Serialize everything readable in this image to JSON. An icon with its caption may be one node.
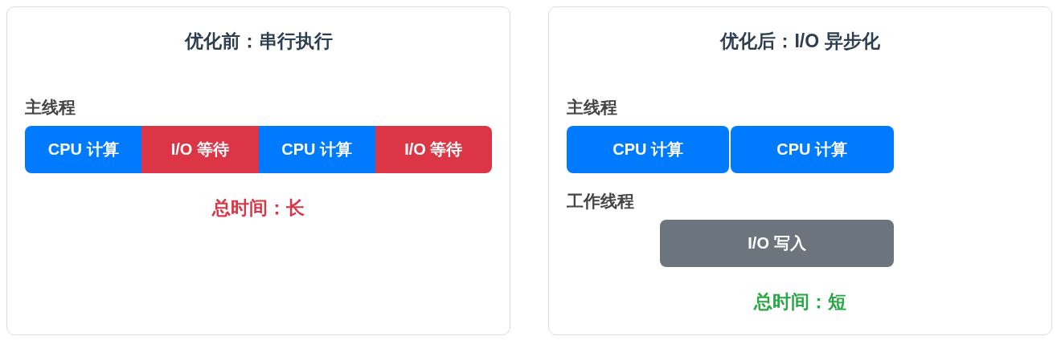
{
  "diagram": {
    "nodes": [
      {
        "text": [
          "优化前：串行执行",
          "主线程",
          "总时间：长"
        ]
      },
      {
        "text": [
          "CPU 计算"
        ],
        "in": 0
      },
      {
        "text": [
          "I/O 等待"
        ],
        "in": 0
      },
      {
        "text": [
          "CPU 计算"
        ],
        "in": 0
      },
      {
        "text": [
          "I/O 等待"
        ],
        "in": 0
      },
      {
        "text": [
          "优化后：I/O 异步化",
          "主线程",
          "工作线程",
          "总时间：短"
        ]
      },
      {
        "text": [
          "CPU 计算"
        ],
        "in": 5
      },
      {
        "text": [
          "CPU 计算"
        ],
        "in": 5
      },
      {
        "text": [
          "I/O 写入"
        ],
        "in": 5
      }
    ]
  }
}
